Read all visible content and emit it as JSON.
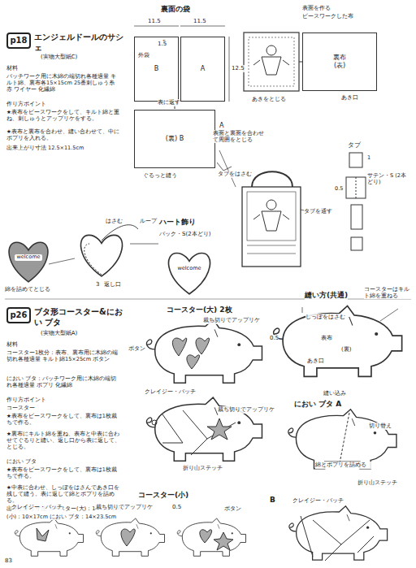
{
  "diagram": {
    "nodes": [
      {
        "text": [
          "p18"
        ]
      },
      {
        "text": [
          "p26"
        ]
      },
      {
        "text": [
          "B"
        ]
      },
      {
        "text": [
          "A"
        ]
      },
      {
        "text": [
          "(裏) B"
        ]
      },
      {
        "text": [
          "裏布",
          "(表)"
        ]
      },
      {
        "text": [
          "welcome"
        ]
      },
      {
        "text": [
          "welcome"
        ]
      }
    ],
    "labels": [
      "エンジェルドールのサシェ",
      "(実物大型紙C)",
      "材料",
      "パッチワーク用に木綿の端切れ各種適量 キルト綿、裏布各15×15cm 25番刺しゅう糸赤 ワイヤー 化繊綿",
      "作り方ポイント",
      "★表布をピースワークをして、キルト綿と重ね、刺しゅうとアップリケをする。",
      "★表布と裏布を合わせ、縫い合わせて、中にポプリを入れる。",
      "出来上がり寸法 12.5×11.5cm",
      "裏面の袋",
      "11.5",
      "11.5",
      "5",
      "外袋",
      "12.5",
      "1.5",
      "表に返す",
      "A",
      "タブをはさむ",
      "ぐるっと縫う",
      "表面を作る",
      "ピースワークした布",
      "あき口",
      "あきをとじる",
      "タブ",
      "サテン・S (2本どり)",
      "0.5",
      "1",
      "表面と裏面を合わせて周囲をとじる",
      "タブを通す",
      "ハート飾り",
      "バック・S(2本どり)",
      "はさむ",
      "ループ",
      "3",
      "返し口",
      "綿を詰めてとじる",
      "ブタ形コースター&におい ブタ",
      "(実物大型紙A)",
      "材料",
      "コースター1枚分：表布、裏布用に木綿の端切れ各種適量 キルト綿15×25cm ボタン",
      "におい ブタ：パッチワーク用に木綿の端切れ各種適量 ポプリ 化繊綿",
      "作り方ポイント",
      "コースター",
      "★表布をピースワークをして、裏布は1枚裁ちで作る。",
      "★裏布にキルト綿を重ね、表布と中表に合わせてぐるりと縫い、返し口から表に返して、とじる。",
      "におい ブタ",
      "★表布をピースワークをして、裏布は1枚裁ちで作る。",
      "★中表に合わせ、しっぽをはさんであき口を残して縫う。表に返して綿とポプリを詰める。",
      "出来上がり寸法 コースター(大)：14×23.5cm",
      "(小)：10×17cm におい ブタ：14×23.5cm",
      "コースター(大) 2枚",
      "裁ち切りでアップリケ",
      "ボタン",
      "クレイジー・パッチ",
      "裁ち切りでアップリケ",
      "折り山ステッチ",
      "縫い方(共通)",
      "コースターはキルト綿を重ねる",
      "しっぽをはさむ",
      "0.5",
      "表布",
      "(裏)",
      "あき口",
      "縫い込み",
      "におい ブタ A",
      "切り替え",
      "綿とポプリを詰める",
      "折り山ステッチ",
      "コースター(小)",
      "クレイジー・パッチ",
      "裁ち切りでアップリケ",
      "0.5",
      "ボタン",
      "B",
      "クレイジー・パッチ",
      "83"
    ]
  }
}
